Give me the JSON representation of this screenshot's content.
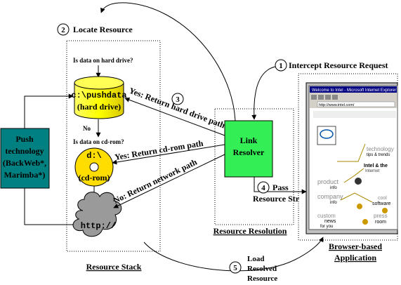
{
  "steps": {
    "s1": {
      "num": "1",
      "label": "Intercept Resource Request"
    },
    "s2": {
      "num": "2",
      "label": "Locate Resource"
    },
    "s3": {
      "num": "3"
    },
    "s4": {
      "num": "4",
      "label_line1": "Pass",
      "label_line2": "Resource Str"
    },
    "s5": {
      "num": "5",
      "label_line1": "Load",
      "label_line2": "Resolved",
      "label_line3": "Resource"
    }
  },
  "resource_stack": {
    "caption": "Resource Stack",
    "q_hard_drive": "Is data on hard drive?",
    "q_cd_rom": "Is data on cd-rom?",
    "no_label": "No",
    "hard_drive": {
      "line1": "c:\\pushdata",
      "line2": "(hard drive)"
    },
    "cd_rom": {
      "line1": "d:\\",
      "line2": "(cd-rom)"
    },
    "network": {
      "label": "http://"
    }
  },
  "paths": {
    "hard_drive_path": "Yes: Return hard drive path",
    "cd_rom_path": "Yes: Return cd-rom path",
    "network_path": "No: Return network path"
  },
  "push": {
    "line1": "Push",
    "line2": "technology",
    "line3": "(BackWeb*,",
    "line4": "Marimba*)"
  },
  "resolver": {
    "line1": "Link",
    "line2": "Resolver",
    "caption": "Resource Resolution"
  },
  "browser": {
    "caption_line1": "Browser-based",
    "caption_line2": "Application",
    "window_title": "Welcome to Intel - Microsoft Internet Explorer",
    "address": "http://www.intel.com/",
    "links": [
      "Intel & the",
      "Internet",
      "technology",
      "tips & trends",
      "product",
      "info",
      "company",
      "info",
      "cool",
      "software",
      "press",
      "room",
      "custom",
      "news",
      "for you"
    ]
  },
  "colors": {
    "push_fill": "#008080",
    "resolver_fill": "#33ee55",
    "drive_fill": "#ffff33",
    "cd_fill": "#ffdd00",
    "cloud_fill": "#9a9a9a"
  }
}
